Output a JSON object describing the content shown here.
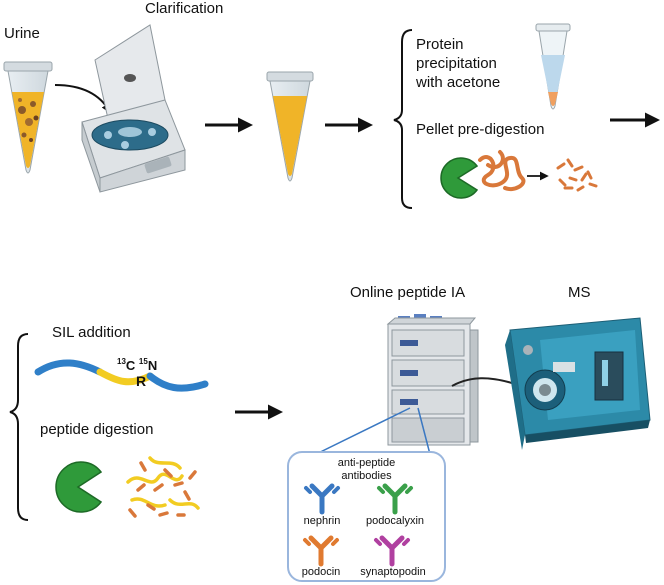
{
  "workflow": {
    "urine_label": "Urine",
    "clarification_label": "Clarification",
    "protein_precip_line1": "Protein",
    "protein_precip_line2": "precipitation",
    "protein_precip_line3": "with acetone",
    "pellet_label": "Pellet pre-digestion",
    "sil_label": "SIL addition",
    "peptide_digestion_label": "peptide digestion",
    "online_ia_label": "Online peptide IA",
    "ms_label": "MS",
    "isotope_c_mass": "13",
    "isotope_c": "C",
    "isotope_n_mass": "15",
    "isotope_n": "N",
    "residue_label": "R"
  },
  "antibody_panel": {
    "title_line1": "anti-peptide",
    "title_line2": "antibodies",
    "antibodies": [
      {
        "name": "nephrin",
        "color": "#3a78c2"
      },
      {
        "name": "podocalyxin",
        "color": "#3aa04a"
      },
      {
        "name": "podocin",
        "color": "#e07a30"
      },
      {
        "name": "synaptopodin",
        "color": "#b040a0"
      }
    ]
  },
  "colors": {
    "urine": "#f0b428",
    "pacman": "#2f9a3a",
    "peptide_orange": "#d9783a",
    "peptide_yellow": "#f2cc22",
    "peptide_blue": "#2f7fc8",
    "panel_border": "#9ab6dd",
    "ms_teal": "#2c8aa8",
    "arrow": "#111111"
  }
}
